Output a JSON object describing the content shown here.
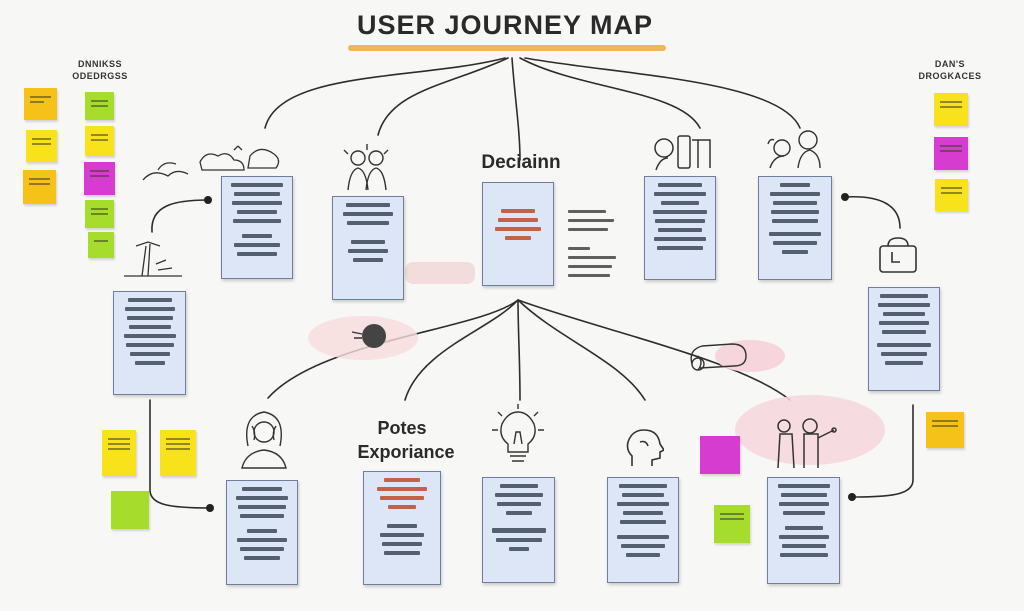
{
  "title": "USER JOURNEY MAP",
  "stages": {
    "decision": "Deciainn",
    "top_lower": "Potes",
    "experience": "Exporiance"
  },
  "side_labels": {
    "left_top": "DNNIKSS",
    "left_bottom": "ODEDRGSS",
    "right_top": "DAN'S",
    "right_bottom": "DROGKACES"
  },
  "colors": {
    "card_fill": "#dde6f7",
    "card_border": "#6f7e9a",
    "title_underline": "#f0b35a",
    "sticky_yellow": "#f7e21c",
    "sticky_orange": "#f5c21a",
    "sticky_green": "#a6dc2c",
    "sticky_magenta": "#d63cd0",
    "accent_text": "#c04a28"
  },
  "icons": [
    "clouds-sketch-icon",
    "people-group-icon",
    "mobile-phone-icon",
    "team-discussion-icon",
    "shopping-bag-icon",
    "dandelion-icon",
    "speech-bubble-icon",
    "hand-pointer-icon",
    "woman-avatar-icon",
    "lightbulb-icon",
    "head-profile-icon",
    "person-pointing-icon"
  ]
}
